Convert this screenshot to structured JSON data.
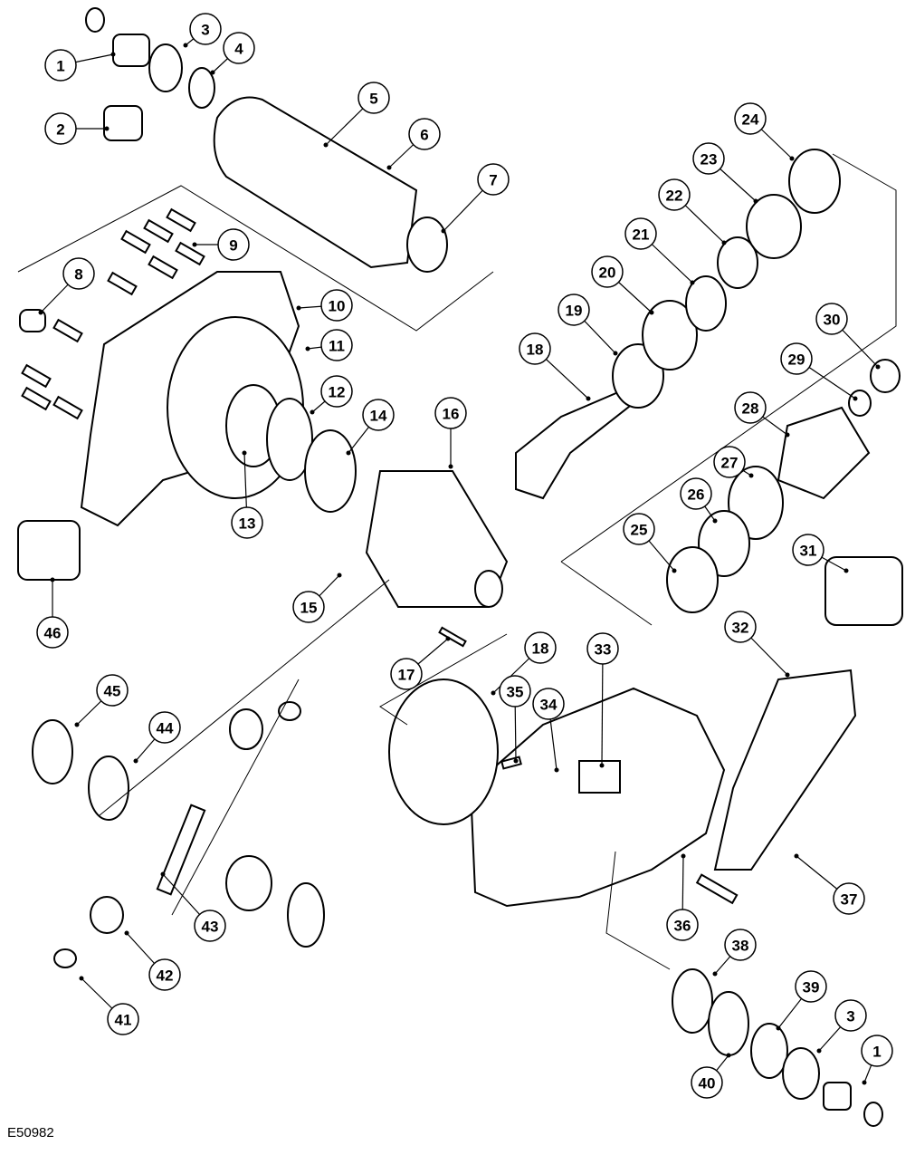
{
  "figure_id": "E50982",
  "callouts": [
    "1",
    "2",
    "3",
    "4",
    "5",
    "6",
    "7",
    "8",
    "9",
    "10",
    "11",
    "12",
    "13",
    "14",
    "15",
    "16",
    "17",
    "18",
    "18",
    "19",
    "20",
    "21",
    "22",
    "23",
    "24",
    "25",
    "26",
    "27",
    "28",
    "29",
    "30",
    "31",
    "32",
    "33",
    "34",
    "35",
    "36",
    "37",
    "38",
    "39",
    "40",
    "3",
    "1",
    "41",
    "42",
    "43",
    "44",
    "45",
    "46"
  ]
}
